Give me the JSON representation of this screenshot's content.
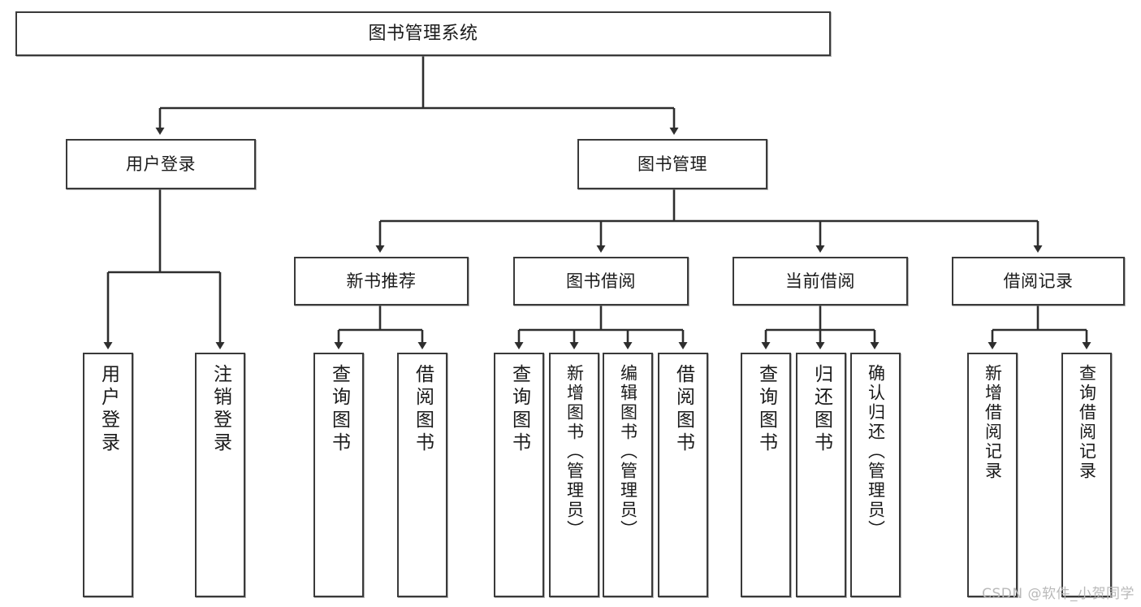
{
  "diagram": {
    "title": "图书管理系统",
    "type": "tree",
    "watermark": "CSDN @软件_小贺同学",
    "colors": {
      "box_border": "#3a3a3a",
      "box_fill": "#ffffff",
      "edge": "#2e2e2e",
      "text": "#1a1a1a",
      "watermark": "#b9b9b9"
    },
    "root": {
      "label": "图书管理系统"
    },
    "level2": [
      {
        "label": "用户登录"
      },
      {
        "label": "图书管理"
      }
    ],
    "level3": [
      {
        "label": "新书推荐"
      },
      {
        "label": "图书借阅"
      },
      {
        "label": "当前借阅"
      },
      {
        "label": "借阅记录"
      }
    ],
    "leaves": {
      "user_login": [
        {
          "label": "用户登录"
        },
        {
          "label": "注销登录"
        }
      ],
      "new_book": [
        {
          "label": "查询图书"
        },
        {
          "label": "借阅图书"
        }
      ],
      "book_borrow": [
        {
          "label": "查询图书"
        },
        {
          "label": "新增图书（管理员）"
        },
        {
          "label": "编辑图书（管理员）"
        },
        {
          "label": "借阅图书"
        }
      ],
      "current_borrow": [
        {
          "label": "查询图书"
        },
        {
          "label": "归还图书"
        },
        {
          "label": "确认归还（管理员）"
        }
      ],
      "borrow_record": [
        {
          "label": "新增借阅记录"
        },
        {
          "label": "查询借阅记录"
        }
      ]
    }
  }
}
